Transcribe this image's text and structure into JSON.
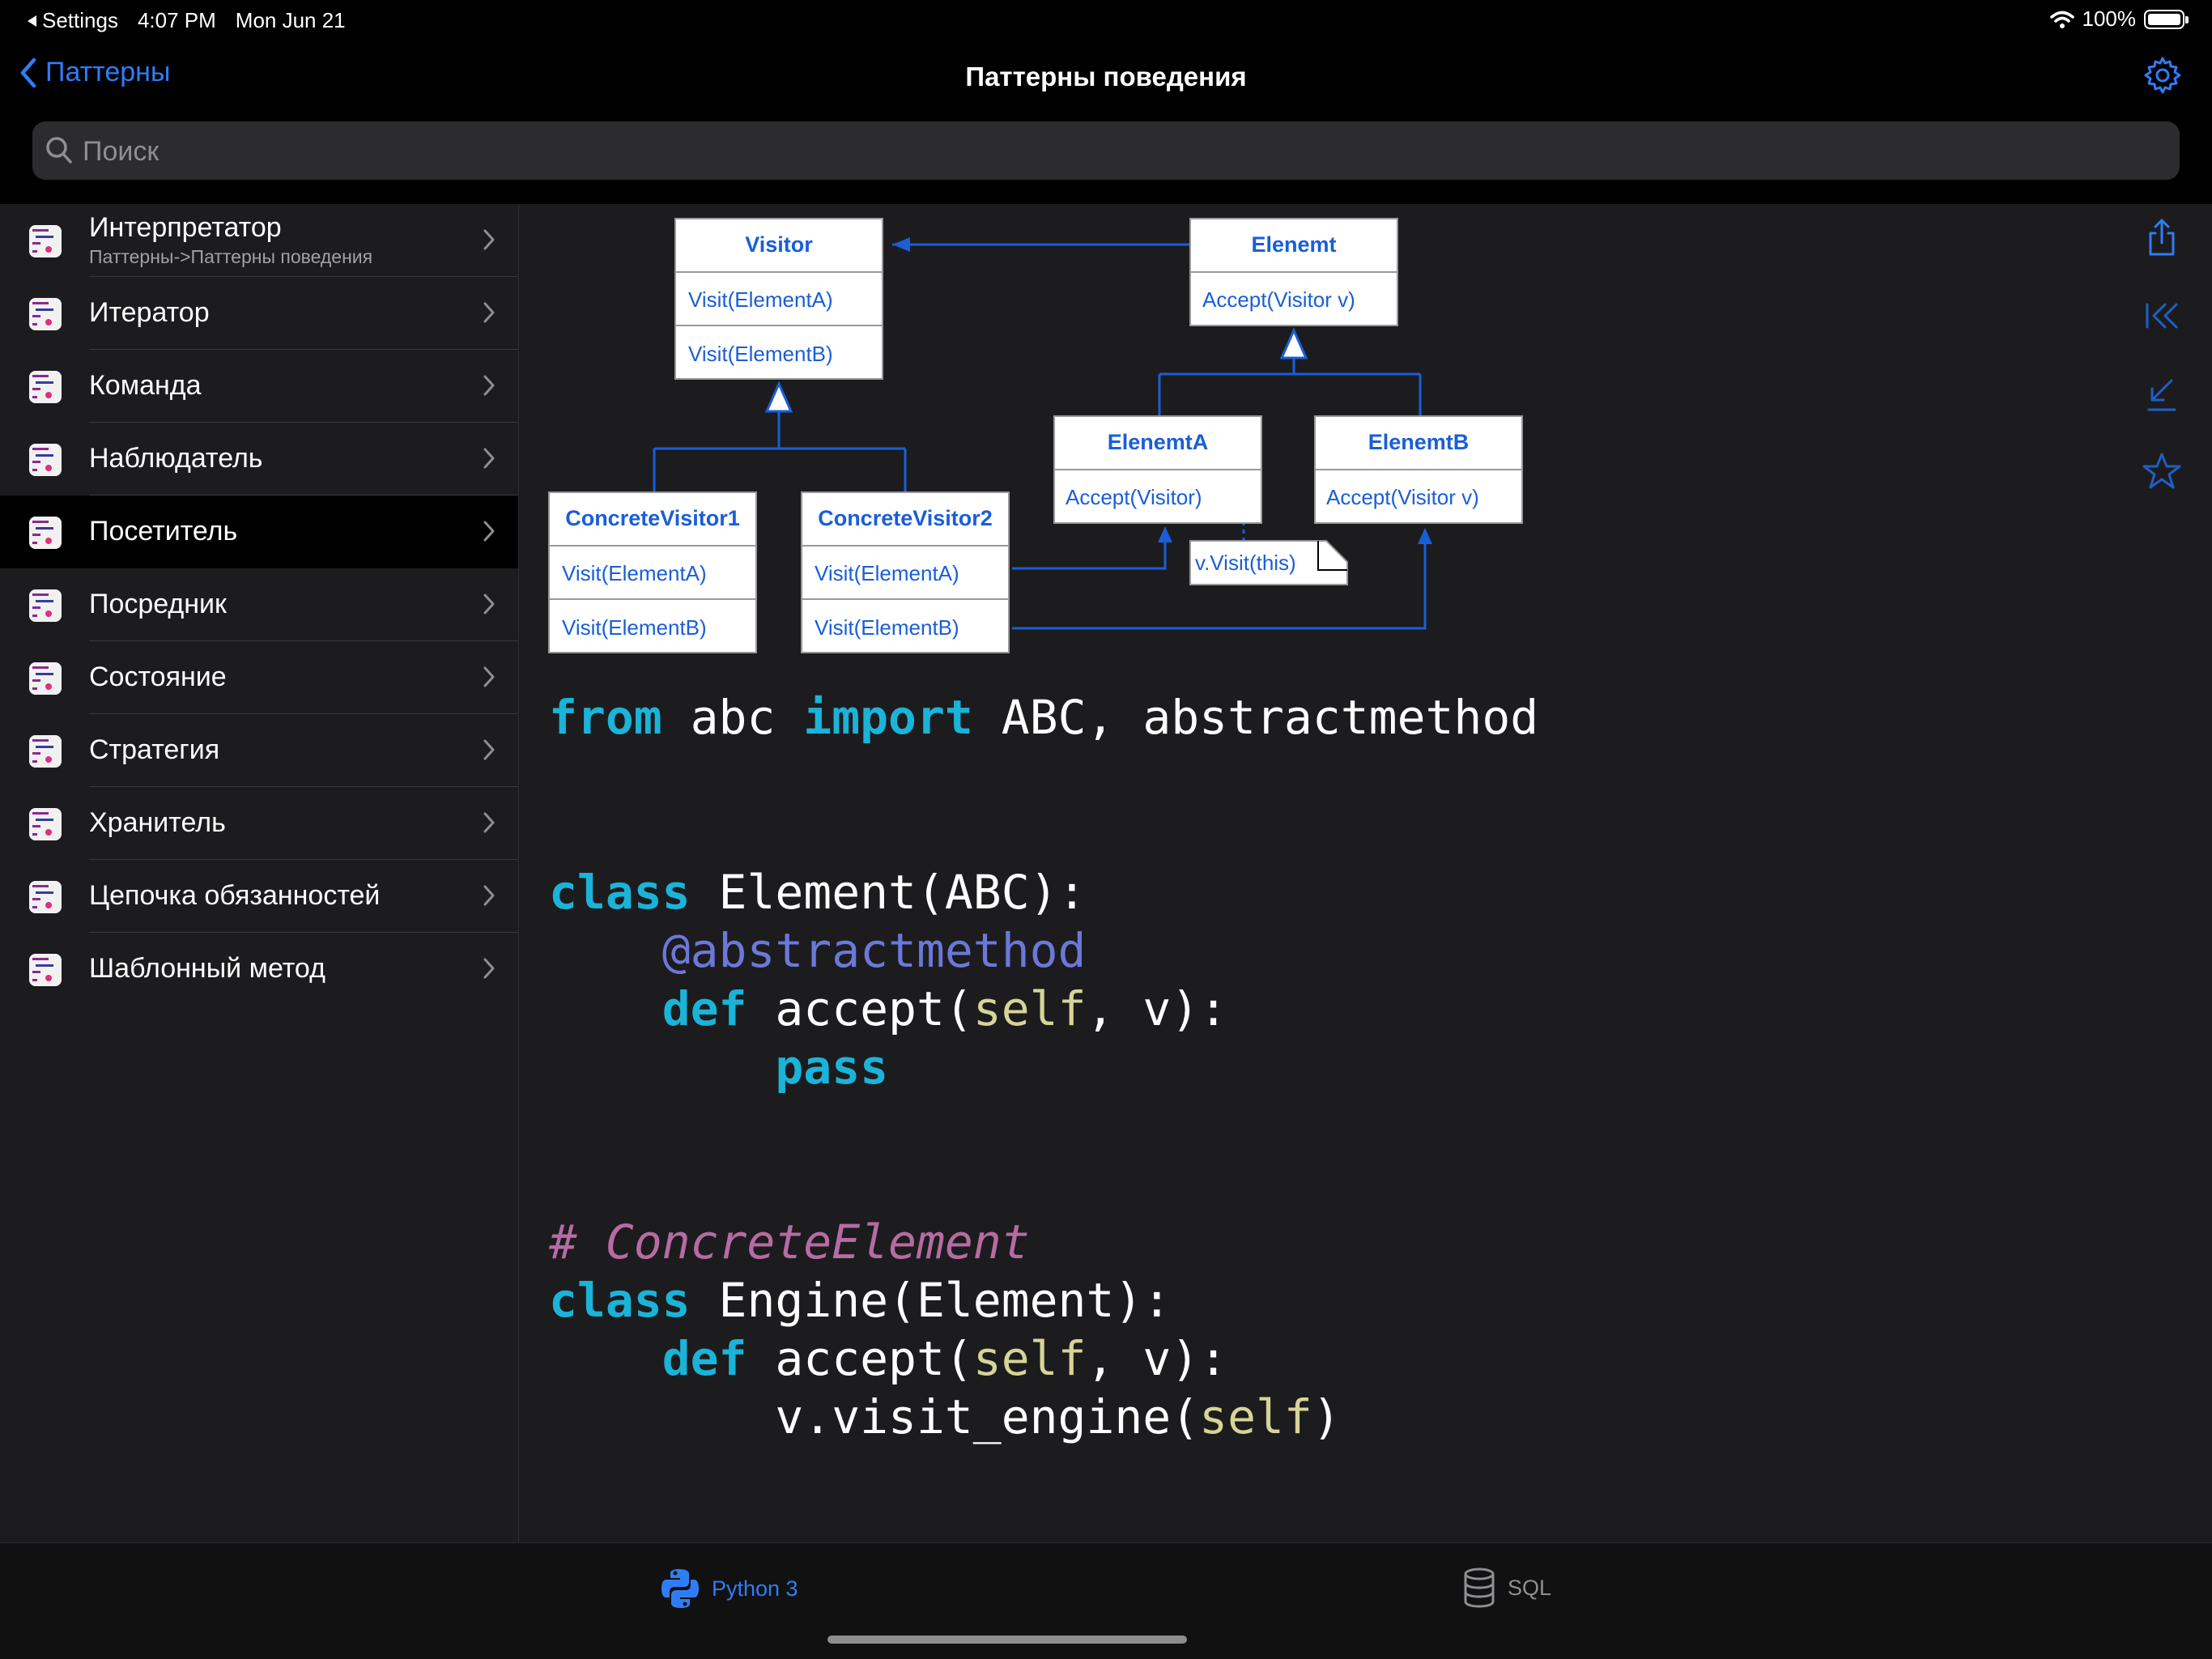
{
  "status_bar": {
    "back_app": "Settings",
    "time": "4:07 PM",
    "date": "Mon Jun 21",
    "battery": "100%"
  },
  "nav": {
    "back_label": "Паттерны",
    "title": "Паттерны поведения"
  },
  "search": {
    "placeholder": "Поиск"
  },
  "sidebar": {
    "items": [
      {
        "label": "Интерпретатор",
        "subtitle": "Паттерны->Паттерны поведения"
      },
      {
        "label": "Итератор"
      },
      {
        "label": "Команда"
      },
      {
        "label": "Наблюдатель"
      },
      {
        "label": "Посетитель",
        "selected": true
      },
      {
        "label": "Посредник"
      },
      {
        "label": "Состояние"
      },
      {
        "label": "Стратегия"
      },
      {
        "label": "Хранитель"
      },
      {
        "label": "Цепочка обязанностей"
      },
      {
        "label": "Шаблонный метод"
      }
    ],
    "item_icon": "func-code-file-icon"
  },
  "diagram": {
    "visitor": {
      "name": "Visitor",
      "methods": [
        "Visit(ElementA)",
        "Visit(ElementB)"
      ]
    },
    "element": {
      "name": "Elenemt",
      "methods": [
        "Accept(Visitor v)"
      ]
    },
    "element_a": {
      "name": "ElenemtA",
      "methods": [
        "Accept(Visitor)"
      ]
    },
    "element_b": {
      "name": "ElenemtB",
      "methods": [
        "Accept(Visitor v)"
      ]
    },
    "concrete_visitor_1": {
      "name": "ConcreteVisitor1",
      "methods": [
        "Visit(ElementA)",
        "Visit(ElementB)"
      ]
    },
    "concrete_visitor_2": {
      "name": "ConcreteVisitor2",
      "methods": [
        "Visit(ElementA)",
        "Visit(ElementB)"
      ]
    },
    "note": "v.Visit(this)"
  },
  "code": {
    "import_line": {
      "kw1": "from",
      "mod": " abc ",
      "kw2": "import",
      "rest": " ABC, abstractmethod"
    },
    "class1": {
      "kw": "class",
      "rest": " Element(ABC):"
    },
    "decorator": "@abstractmethod",
    "def1": {
      "kw": "def",
      "pre": " accept(",
      "self": "self",
      "post": ", v):"
    },
    "pass": "pass",
    "comment": "# ConcreteElement",
    "class2": {
      "kw": "class",
      "rest": " Engine(Element):"
    },
    "def2": {
      "kw": "def",
      "pre": " accept(",
      "self": "self",
      "post": ", v):"
    },
    "call": {
      "pre": "v.visit_engine(",
      "self": "self",
      "post": ")"
    }
  },
  "tabs": [
    {
      "label": "Python 3",
      "icon": "python-icon",
      "active": true
    },
    {
      "label": "SQL",
      "icon": "database-icon",
      "active": false
    }
  ],
  "colors": {
    "accent": "#2f7df6",
    "uml_blue": "#1a5ed8",
    "keyword": "#1bb3d8",
    "decorator": "#6c78d8",
    "self": "#d6d497",
    "comment": "#b76ba3"
  }
}
